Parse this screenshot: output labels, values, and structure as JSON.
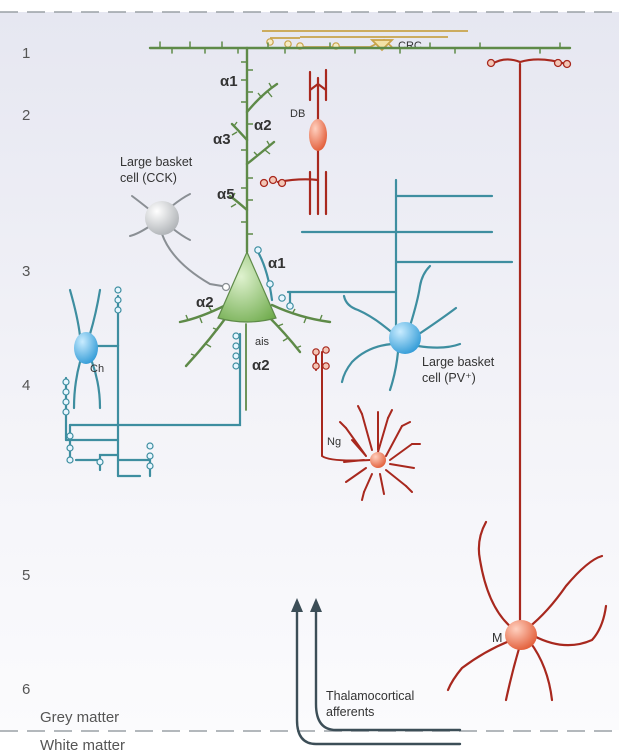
{
  "layers": [
    "1",
    "2",
    "3",
    "4",
    "5",
    "6"
  ],
  "labels": {
    "crc": "CRC",
    "db": "DB",
    "large_basket_cck": [
      "Large basket",
      "cell (CCK)"
    ],
    "large_basket_pv": [
      "Large basket",
      "cell (PV⁺)"
    ],
    "ch": "Ch",
    "ng": "Ng",
    "ais": "ais",
    "m": "M",
    "thalamocortical": [
      "Thalamocortical",
      "afferents"
    ],
    "grey_matter": "Grey matter",
    "white_matter": "White matter"
  },
  "alpha_labels": [
    "α1",
    "α2",
    "α3",
    "α5",
    "α1",
    "α2",
    "α2"
  ],
  "colors": {
    "pyramidal": "#5e8a48",
    "pyramidal_soma": "#8cc26a",
    "chandelier_basket": "#3e8ea0",
    "pv_soma": "#3aa6dc",
    "red_cells": "#a8281e",
    "red_soma": "#e86a4a",
    "crc": "#c9a34a",
    "cck": "#8a8f94",
    "afferent": "#3c4e57"
  }
}
